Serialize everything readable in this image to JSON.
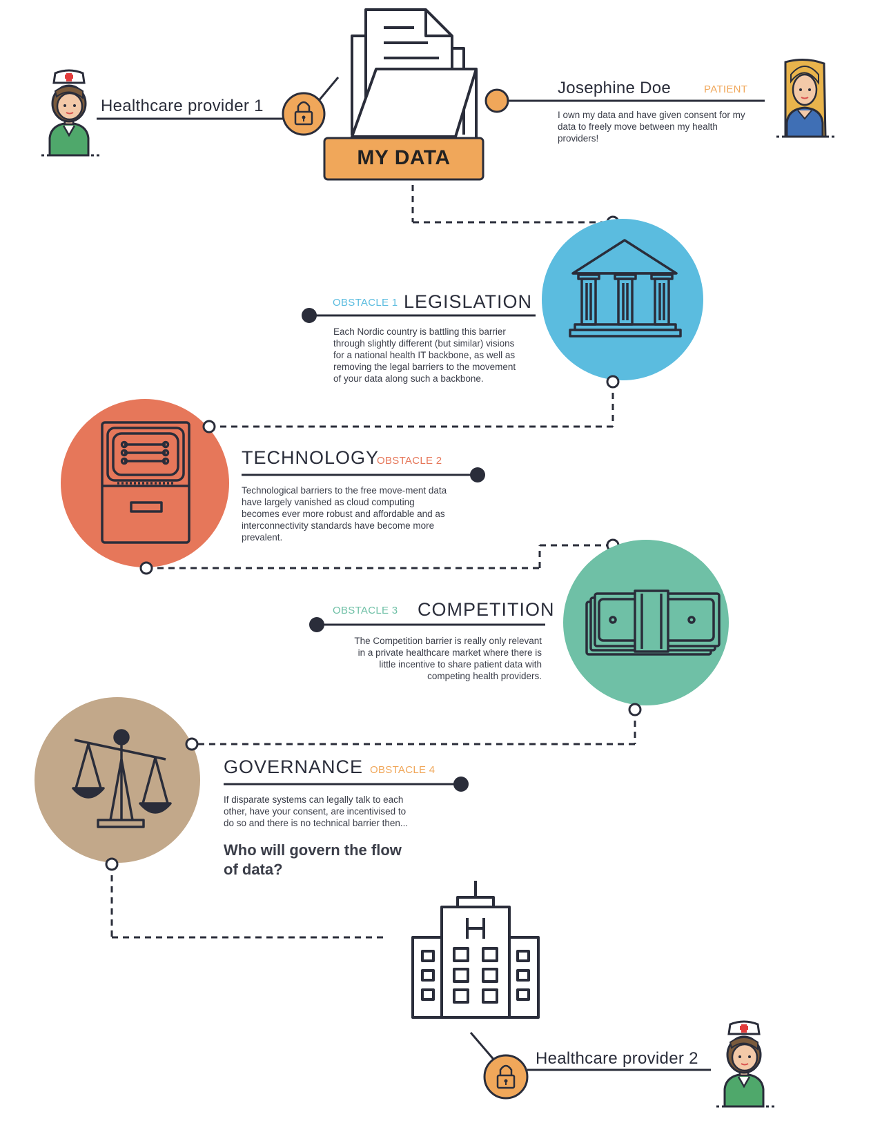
{
  "colors": {
    "ink": "#2a2d3a",
    "orange": "#f0a75a",
    "blue": "#5bbcdf",
    "coral": "#e6775a",
    "teal": "#6fc0a6",
    "tan": "#c2a88a",
    "nurse_green": "#4fa86b"
  },
  "provider1": {
    "name": "Healthcare provider 1",
    "icon": "nurse-icon",
    "lock_icon": "lock-icon"
  },
  "patient": {
    "name": "Josephine Doe",
    "role": "PATIENT",
    "text": "I own my data and have given consent for my data to freely move between my health providers!",
    "icon": "patient-woman-icon"
  },
  "my_data": {
    "label": "MY DATA",
    "icon": "document-folder-icon"
  },
  "obstacles": [
    {
      "tag": "OBSTACLE 1",
      "title": "LEGISLATION",
      "text": "Each Nordic country is battling this barrier through slightly different (but similar) visions for a national health IT backbone, as well as removing the legal barriers to the movement of your data along such a backbone.",
      "icon": "courthouse-icon",
      "color": "#5bbcdf"
    },
    {
      "tag": "OBSTACLE 2",
      "title": "TECHNOLOGY",
      "text": "Technological barriers to the free move-ment data have largely vanished as cloud computing becomes ever more robust and affordable and as interconnectivity standards have become more prevalent.",
      "icon": "server-computer-icon",
      "color": "#e6775a"
    },
    {
      "tag": "OBSTACLE 3",
      "title": "COMPETITION",
      "text": "The Competition barrier is really only relevant in a private healthcare market where there is little incentive to share patient data with competing health providers.",
      "icon": "money-stack-icon",
      "color": "#6fc0a6"
    },
    {
      "tag": "OBSTACLE 4",
      "title": "GOVERNANCE",
      "text": "If disparate systems can legally talk to each other, have your consent, are incentivised to do so and there is no technical barrier then...",
      "question": "Who will govern the flow of data?",
      "icon": "scales-icon",
      "color": "#c2a88a"
    }
  ],
  "hospital": {
    "letter": "H",
    "icon": "hospital-building-icon"
  },
  "provider2": {
    "name": "Healthcare provider 2",
    "icon": "nurse-icon",
    "lock_icon": "lock-icon"
  }
}
